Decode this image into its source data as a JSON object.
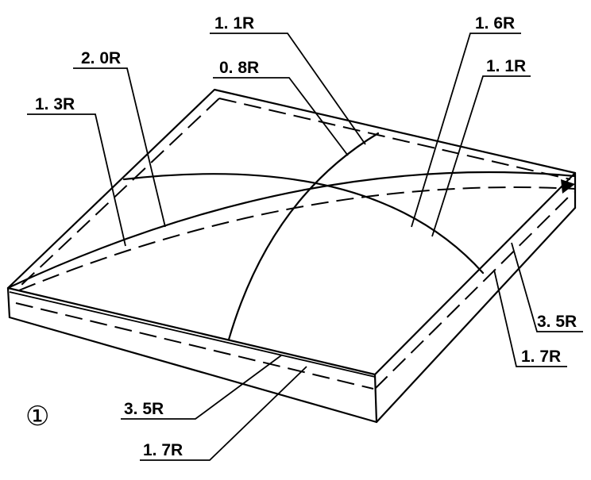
{
  "figure_number": "①",
  "labels": {
    "top_1": "1. 1R",
    "top_2": "1. 6R",
    "top_3": "2. 0R",
    "top_4": "0. 8R",
    "top_5": "1. 1R",
    "left_1": "1. 3R",
    "right_1": "3. 5R",
    "right_2": "1. 7R",
    "bottom_1": "3. 5R",
    "bottom_2": "1. 7R"
  }
}
